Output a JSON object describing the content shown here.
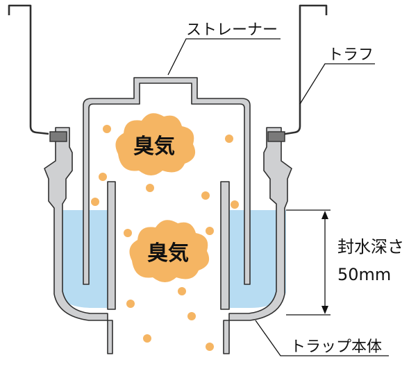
{
  "labels": {
    "strainer": "ストレーナー",
    "trough": "トラフ",
    "seal_depth": "封水深さ",
    "seal_depth_value": "50mm",
    "trap_body": "トラップ本体",
    "odor_upper": "臭気",
    "odor_lower": "臭気"
  },
  "colors": {
    "water": "#b7dcf2",
    "part_fill": "#cfd0d2",
    "outline": "#2f2f2f",
    "odor_cloud": "#f5b563",
    "odor_dot": "#f5b563",
    "text": "#111111"
  },
  "icons": {
    "odor": "cloud-icon",
    "dimension": "dimension-arrow-icon"
  }
}
